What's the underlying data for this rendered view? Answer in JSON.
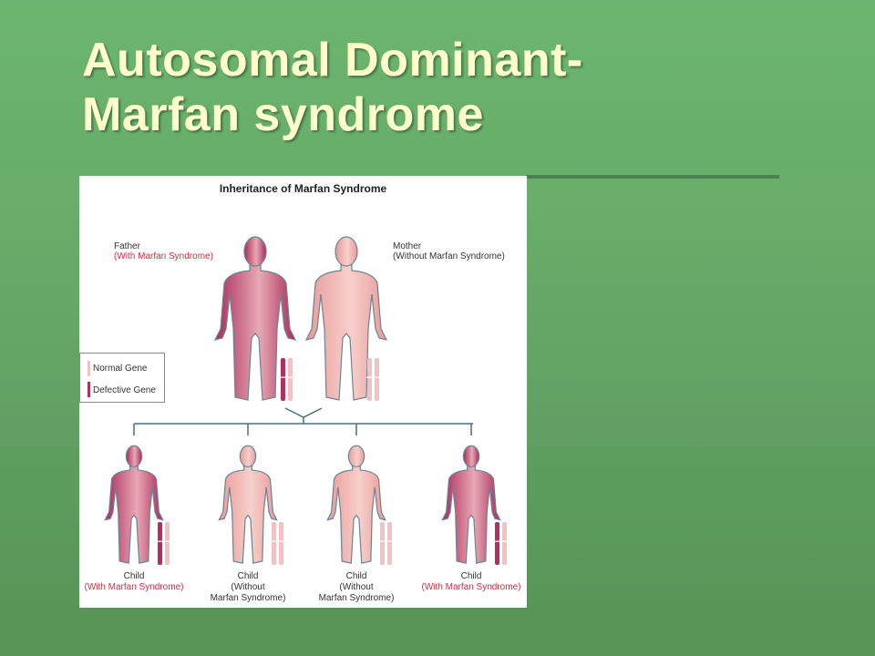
{
  "slide": {
    "title_line1": "Autosomal Dominant-",
    "title_line2": "Marfan syndrome"
  },
  "figure": {
    "title": "Inheritance of Marfan Syndrome",
    "father": {
      "label": "Father",
      "status": "(With Marfan Syndrome)",
      "affected": true
    },
    "mother": {
      "label": "Mother",
      "status": "(Without Marfan Syndrome)",
      "affected": false
    },
    "legend": {
      "normal": "Normal Gene",
      "defective": "Defective Gene"
    },
    "children": [
      {
        "label": "Child",
        "status": "(With Marfan Syndrome)",
        "affected": true
      },
      {
        "label": "Child",
        "status_line1": "(Without",
        "status_line2": "Marfan Syndrome)",
        "affected": false
      },
      {
        "label": "Child",
        "status_line1": "(Without",
        "status_line2": "Marfan Syndrome)",
        "affected": false
      },
      {
        "label": "Child",
        "status": "(With Marfan Syndrome)",
        "affected": true
      }
    ],
    "colors": {
      "defective": "#b03060",
      "normal": "#f2c2c2",
      "affected_text": "#e8253c",
      "tree_line": "#4a6f80",
      "title_text": "#ffffcc"
    }
  }
}
